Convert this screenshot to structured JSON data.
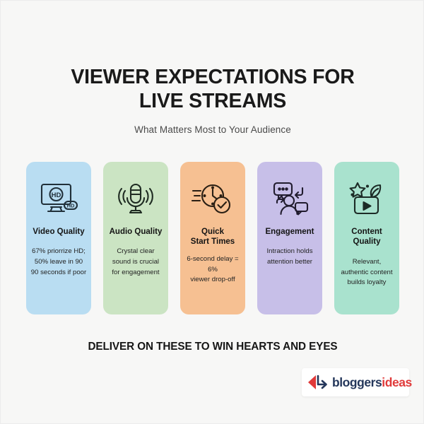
{
  "canvas": {
    "background": "#f7f7f6"
  },
  "header": {
    "title_line1": "VIEWER EXPECTATIONS FOR",
    "title_line2": "LIVE STREAMS",
    "subtitle": "What Matters Most to Your Audience"
  },
  "cards": [
    {
      "icon": "hd-monitor-icon",
      "title": "Video Quality",
      "body": "67% priorrize HD;\n50% leave in 90\n90 seconds if poor",
      "color": "#b9ddf2"
    },
    {
      "icon": "microphone-icon",
      "title": "Audio Quality",
      "body": "Crystal clear\nsound is crucial\nfor engagement",
      "color": "#cbe4c3"
    },
    {
      "icon": "fast-clock-check-icon",
      "title": "Quick\nStart Times",
      "body": "6-second delay = 6%\nviewer drop-off",
      "color": "#f6c092"
    },
    {
      "icon": "chat-person-icon",
      "title": "Engagement",
      "body": "Intraction holds\nattention better",
      "color": "#c7bfe8"
    },
    {
      "icon": "play-star-leaf-icon",
      "title": "Content Quality",
      "body": "Relevant,\nauthentic content\nbuilds loyalty",
      "color": "#a9e2ce"
    }
  ],
  "footer": {
    "cta": "DELIVER ON THESE TO WIN HEARTS AND EYES",
    "logo": {
      "brand_primary": "bloggers",
      "brand_secondary": "ideas",
      "mark_color": "#e03a3a",
      "primary_color": "#24375b",
      "secondary_color": "#e03a3a"
    }
  }
}
